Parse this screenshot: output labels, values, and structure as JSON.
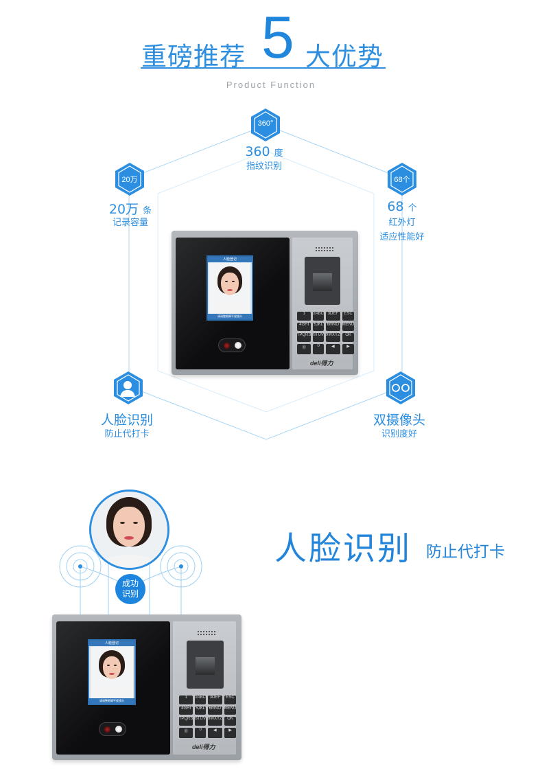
{
  "header": {
    "title_left": "重磅推荐",
    "title_number": "5",
    "title_right": "大优势",
    "subtitle": "Product Function"
  },
  "features": [
    {
      "icon": "360-degree-icon",
      "icon_text": "360°",
      "title_main": "360",
      "title_unit": "度",
      "sub": [
        "指纹识别"
      ]
    },
    {
      "icon": "capacity-icon",
      "icon_text": "20万",
      "title_main": "20万",
      "title_unit": "条",
      "sub": [
        "记录容量"
      ]
    },
    {
      "icon": "infrared-icon",
      "icon_text": "68个",
      "title_main": "68",
      "title_unit": "个",
      "sub": [
        "红外灯",
        "适应性能好"
      ]
    },
    {
      "icon": "face-icon",
      "icon_text": "",
      "title_main": "人脸识别",
      "title_unit": "",
      "sub": [
        "防止代打卡"
      ]
    },
    {
      "icon": "dual-camera-icon",
      "icon_text": "",
      "title_main": "双摄像头",
      "title_unit": "",
      "sub": [
        "识别度好"
      ]
    }
  ],
  "device": {
    "brand": "deli得力",
    "lcd_header": "人脸登记",
    "lcd_footer": "请调整眼睛平视镜头",
    "keys": [
      "1",
      "2ABC",
      "3DEF",
      "ESC",
      "4GHI",
      "5JKL",
      "6MNO",
      "MENU",
      "7PQRS",
      "8TUV",
      "9WXYZ",
      "OK",
      "⓪",
      "0",
      "◀",
      "▶"
    ]
  },
  "section2": {
    "title": "人脸识别",
    "subtitle": "防止代打卡",
    "badge_line1": "成功",
    "badge_line2": "识别"
  },
  "colors": {
    "accent": "#2385da",
    "line": "#9fd0f2"
  }
}
